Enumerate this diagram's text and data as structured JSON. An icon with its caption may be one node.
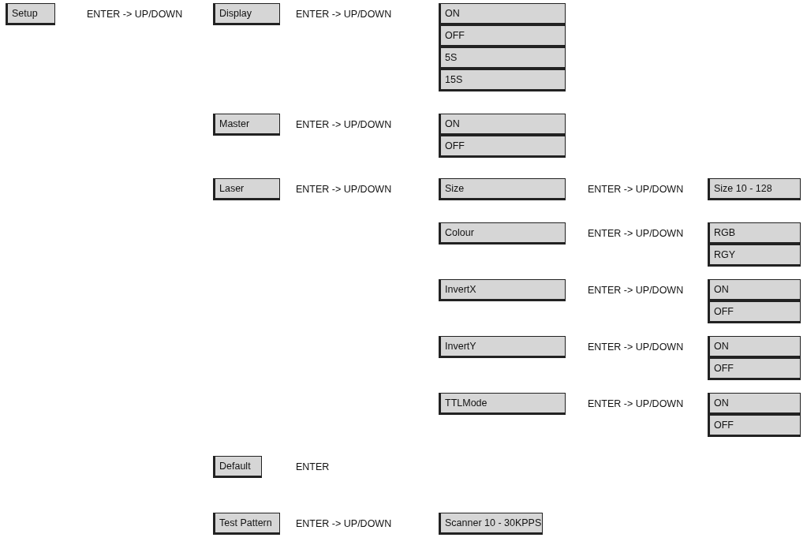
{
  "diagram": {
    "nodes": [
      {
        "text": [
          "Setup"
        ]
      },
      {
        "text": [
          "Display"
        ]
      },
      {
        "text": [
          "ON"
        ]
      },
      {
        "text": [
          "OFF"
        ]
      },
      {
        "text": [
          "5S"
        ]
      },
      {
        "text": [
          "15S"
        ]
      },
      {
        "text": [
          "Master"
        ]
      },
      {
        "text": [
          "ON"
        ]
      },
      {
        "text": [
          "OFF"
        ]
      },
      {
        "text": [
          "Laser"
        ]
      },
      {
        "text": [
          "Size"
        ]
      },
      {
        "text": [
          "Size 10 - 128"
        ]
      },
      {
        "text": [
          "Colour"
        ]
      },
      {
        "text": [
          "RGB"
        ]
      },
      {
        "text": [
          "RGY"
        ]
      },
      {
        "text": [
          "InvertX"
        ]
      },
      {
        "text": [
          "ON"
        ]
      },
      {
        "text": [
          "OFF"
        ]
      },
      {
        "text": [
          "InvertY"
        ]
      },
      {
        "text": [
          "ON"
        ]
      },
      {
        "text": [
          "OFF"
        ]
      },
      {
        "text": [
          "TTLMode"
        ]
      },
      {
        "text": [
          "ON"
        ]
      },
      {
        "text": [
          "OFF"
        ]
      },
      {
        "text": [
          "Default"
        ]
      },
      {
        "text": [
          "Test Pattern"
        ]
      },
      {
        "text": [
          "Scanner 10 - 30KPPS"
        ]
      }
    ],
    "labels": [
      "ENTER -> UP/DOWN",
      "ENTER -> UP/DOWN",
      "ENTER -> UP/DOWN",
      "ENTER -> UP/DOWN",
      "ENTER -> UP/DOWN",
      "ENTER -> UP/DOWN",
      "ENTER -> UP/DOWN",
      "ENTER -> UP/DOWN",
      "ENTER -> UP/DOWN",
      "ENTER",
      "ENTER -> UP/DOWN"
    ]
  }
}
